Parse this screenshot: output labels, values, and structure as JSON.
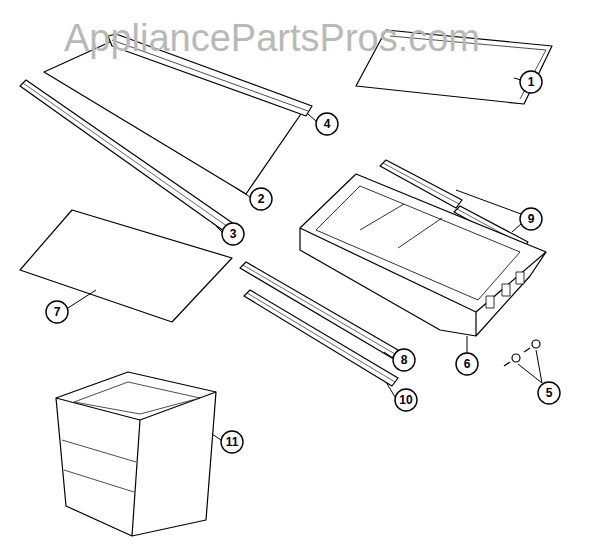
{
  "diagram": {
    "labels": [
      "AppliancePartsPros.com",
      "1",
      "4",
      "2",
      "3",
      "9",
      "7",
      "8",
      "6",
      "5",
      "10",
      "11"
    ]
  }
}
